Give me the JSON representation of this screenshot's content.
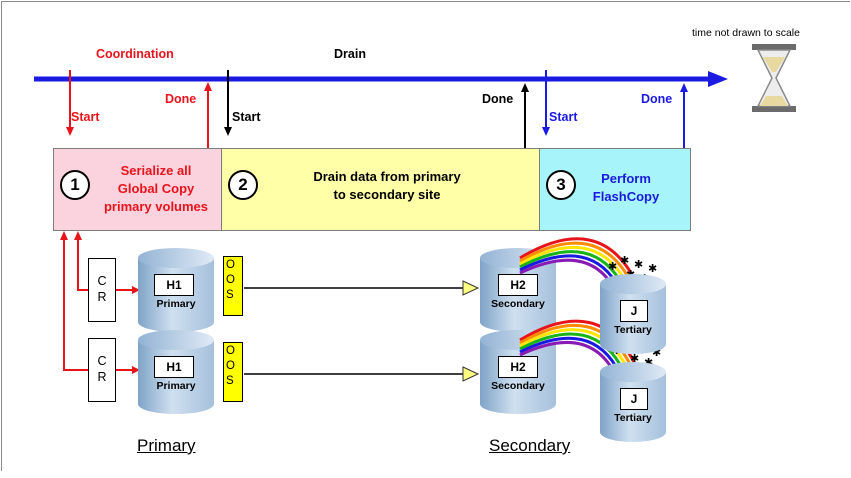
{
  "note": "time not drawn to scale",
  "timeline": {
    "coordination": "Coordination",
    "drain": "Drain",
    "start": "Start",
    "done": "Done"
  },
  "phases": [
    {
      "num": "1",
      "text": "Serialize all\nGlobal Copy\nprimary volumes",
      "color": "#fbd3de",
      "text_color": "#e8141c"
    },
    {
      "num": "2",
      "text": "Drain data from primary\nto secondary site",
      "color": "#ffffa8",
      "text_color": "#000000"
    },
    {
      "num": "3",
      "text": "Perform\nFlashCopy",
      "color": "#a8f4fb",
      "text_color": "#1a1ae0"
    }
  ],
  "cr_label": "C\nR",
  "oos_label": "O\nO\nS",
  "volumes": {
    "h1": "H1",
    "primary": "Primary",
    "h2": "H2",
    "secondary": "Secondary",
    "j": "J",
    "tertiary": "Tertiary"
  },
  "sites": {
    "primary": "Primary",
    "secondary": "Secondary"
  },
  "colors": {
    "timeline": "#1a1ae0",
    "red": "#e8141c",
    "blue": "#1a1ae0"
  }
}
